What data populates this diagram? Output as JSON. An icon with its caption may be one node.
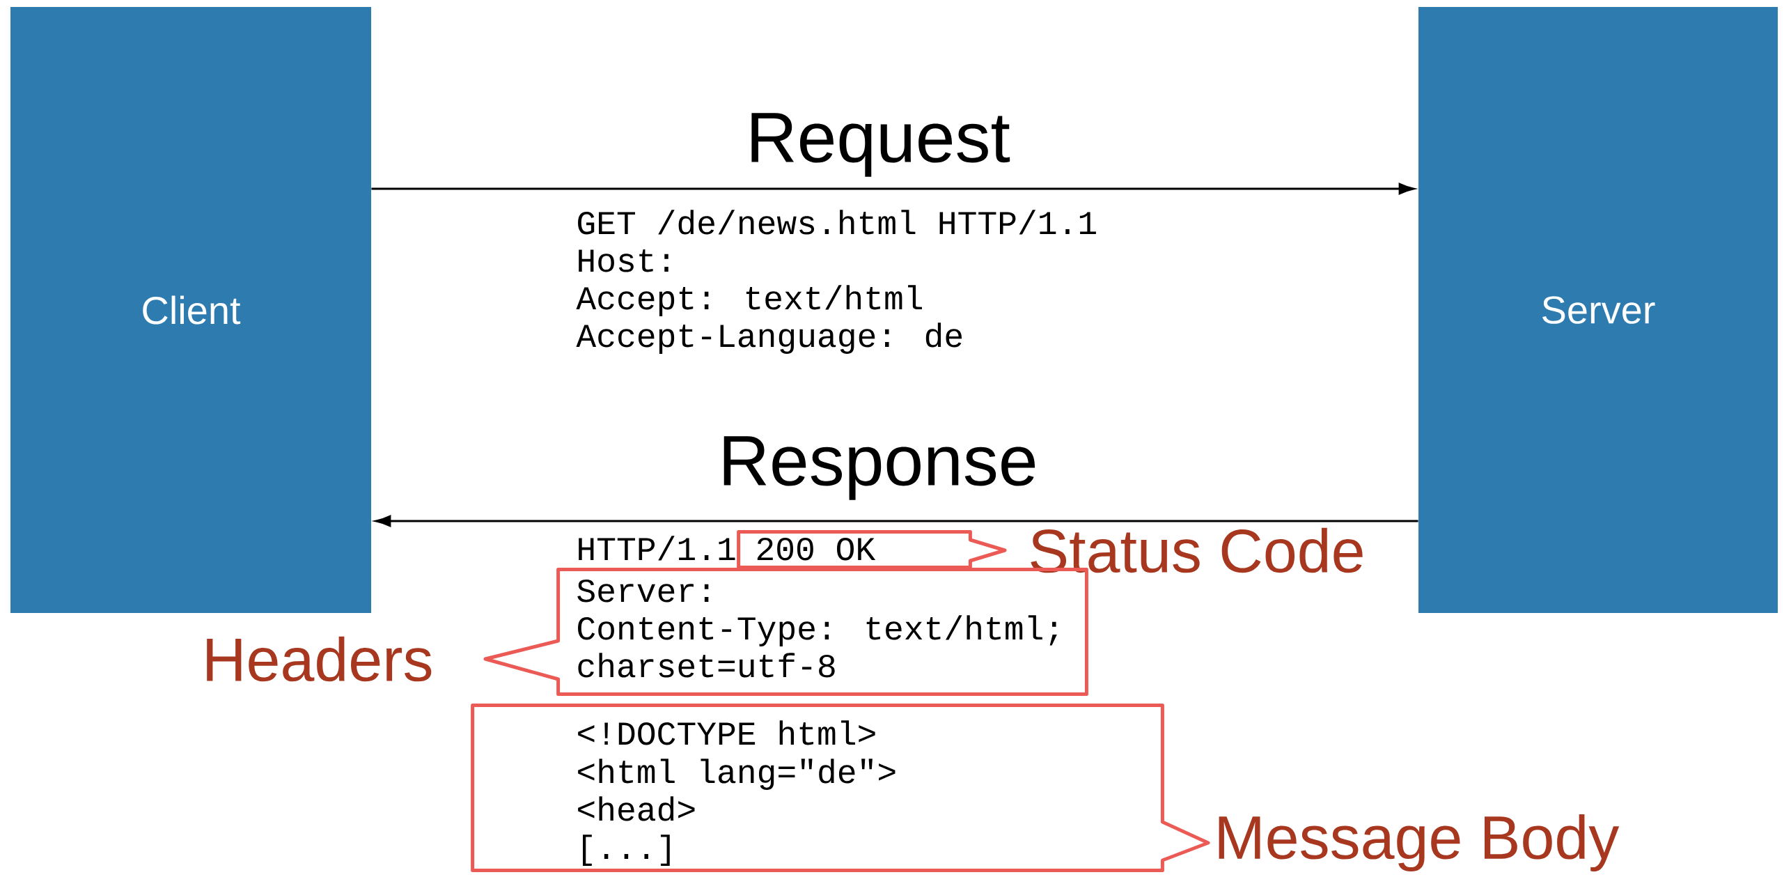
{
  "diagram": {
    "nodes": [
      {
        "text": [
          "Client"
        ]
      },
      {
        "text": [
          "Server"
        ]
      },
      {
        "text": [
          "200 OK"
        ],
        "beside": [
          "Status Code"
        ]
      },
      {
        "text": [
          "Server:",
          "Content-Type: text/html;",
          "charset=utf-8"
        ],
        "beside": [
          "Headers"
        ]
      },
      {
        "text": [
          "<!DOCTYPE html>",
          "<html lang=\"de\">",
          "<head>",
          "[...]"
        ],
        "beside": [
          "Message Body"
        ]
      }
    ],
    "edges": [
      {
        "from": 0,
        "to": 1,
        "arrow": "to",
        "label": "Request"
      },
      {
        "from": 1,
        "to": 0,
        "arrow": "to",
        "label": "Response"
      }
    ],
    "labels": [
      "GET /de/news.html HTTP/1.1",
      "Host:",
      "Accept: text/html",
      "Accept-Language: de",
      "HTTP/1.1"
    ]
  }
}
